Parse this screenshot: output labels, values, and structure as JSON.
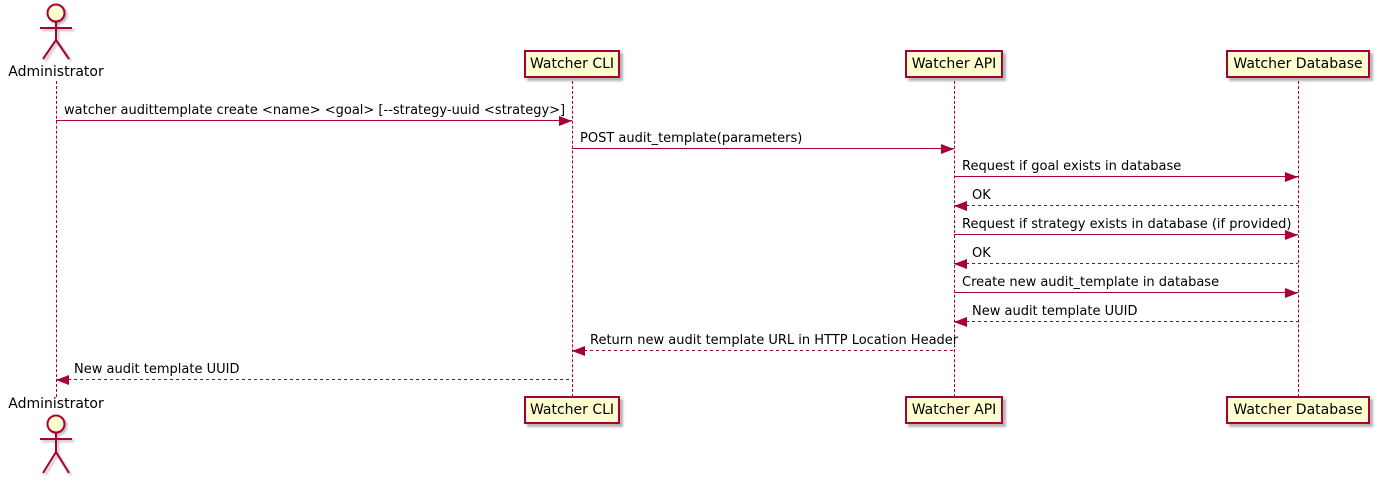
{
  "diagram_type": "uml-sequence",
  "colors": {
    "accent": "#A80036",
    "participant_fill": "#FEFECE",
    "text": "#000000",
    "background": "#FFFFFF"
  },
  "participants": [
    {
      "name": "Administrator",
      "kind": "actor"
    },
    {
      "name": "Watcher CLI",
      "kind": "participant"
    },
    {
      "name": "Watcher API",
      "kind": "participant"
    },
    {
      "name": "Watcher Database",
      "kind": "participant"
    }
  ],
  "messages": [
    {
      "from": "Administrator",
      "to": "Watcher CLI",
      "label": "watcher audittemplate create <name> <goal> [--strategy-uuid <strategy>]",
      "line": "solid",
      "direction": "right"
    },
    {
      "from": "Watcher CLI",
      "to": "Watcher API",
      "label": "POST audit_template(parameters)",
      "line": "solid",
      "direction": "right"
    },
    {
      "from": "Watcher API",
      "to": "Watcher Database",
      "label": "Request if goal exists in database",
      "line": "solid",
      "direction": "right"
    },
    {
      "from": "Watcher Database",
      "to": "Watcher API",
      "label": "OK",
      "line": "dashed",
      "direction": "left"
    },
    {
      "from": "Watcher API",
      "to": "Watcher Database",
      "label": "Request if strategy exists in database (if provided)",
      "line": "solid",
      "direction": "right"
    },
    {
      "from": "Watcher Database",
      "to": "Watcher API",
      "label": "OK",
      "line": "dashed",
      "direction": "left"
    },
    {
      "from": "Watcher API",
      "to": "Watcher Database",
      "label": "Create new audit_template in database",
      "line": "solid",
      "direction": "right"
    },
    {
      "from": "Watcher Database",
      "to": "Watcher API",
      "label": "New audit template UUID",
      "line": "dashed",
      "direction": "left"
    },
    {
      "from": "Watcher API",
      "to": "Watcher CLI",
      "label": "Return new audit template URL in HTTP Location Header",
      "line": "dashed",
      "direction": "left"
    },
    {
      "from": "Watcher CLI",
      "to": "Administrator",
      "label": "New audit template UUID",
      "line": "dashed",
      "direction": "left"
    }
  ]
}
